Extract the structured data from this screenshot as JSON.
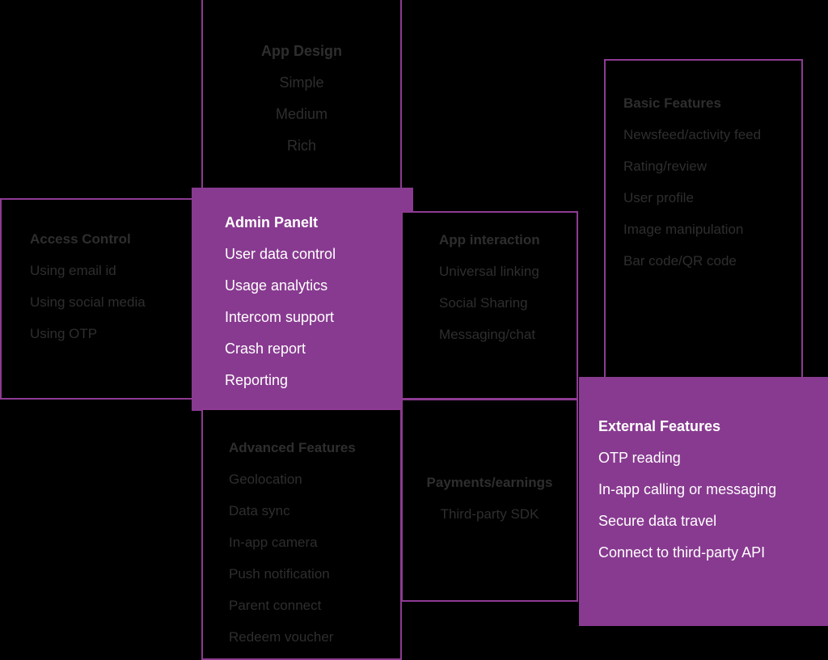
{
  "theme": {
    "background": "#000000",
    "accent_purple": "#883a90",
    "border_purple": "#8e3b93",
    "dim_text": "#2e2e2e",
    "bright_text": "#ffffff"
  },
  "panels": [
    {
      "id": "app-design",
      "style": "outlined",
      "heading": "App Design",
      "items": [
        "Simple",
        "Medium",
        "Rich"
      ]
    },
    {
      "id": "basic-features",
      "style": "outlined",
      "heading": "Basic Features",
      "items": [
        "Newsfeed/activity feed",
        "Rating/review",
        "User profile",
        "Image manipulation",
        "Bar code/QR code"
      ]
    },
    {
      "id": "access-control",
      "style": "outlined",
      "heading": "Access Control",
      "items": [
        "Using email id",
        "Using social media",
        "Using OTP"
      ]
    },
    {
      "id": "admin-panel",
      "style": "filled",
      "heading": "Admin PaneIt",
      "items": [
        "User data control",
        "Usage analytics",
        "Intercom support",
        "Crash report",
        "Reporting"
      ]
    },
    {
      "id": "app-interaction",
      "style": "outlined",
      "heading": "App interaction",
      "items": [
        "Universal linking",
        "Social Sharing",
        "Messaging/chat"
      ]
    },
    {
      "id": "advanced-features",
      "style": "outlined",
      "heading": "Advanced Features",
      "items": [
        "Geolocation",
        "Data sync",
        "In-app camera",
        "Push notification",
        "Parent connect",
        "Redeem voucher"
      ]
    },
    {
      "id": "payments",
      "style": "outlined",
      "heading": "Payments/earnings",
      "items": [
        "Third-party SDK"
      ]
    },
    {
      "id": "external-features",
      "style": "filled",
      "heading": "External Features",
      "items": [
        "OTP reading",
        "In-app calling or messaging",
        "Secure data travel",
        "Connect to third-party API"
      ]
    }
  ]
}
